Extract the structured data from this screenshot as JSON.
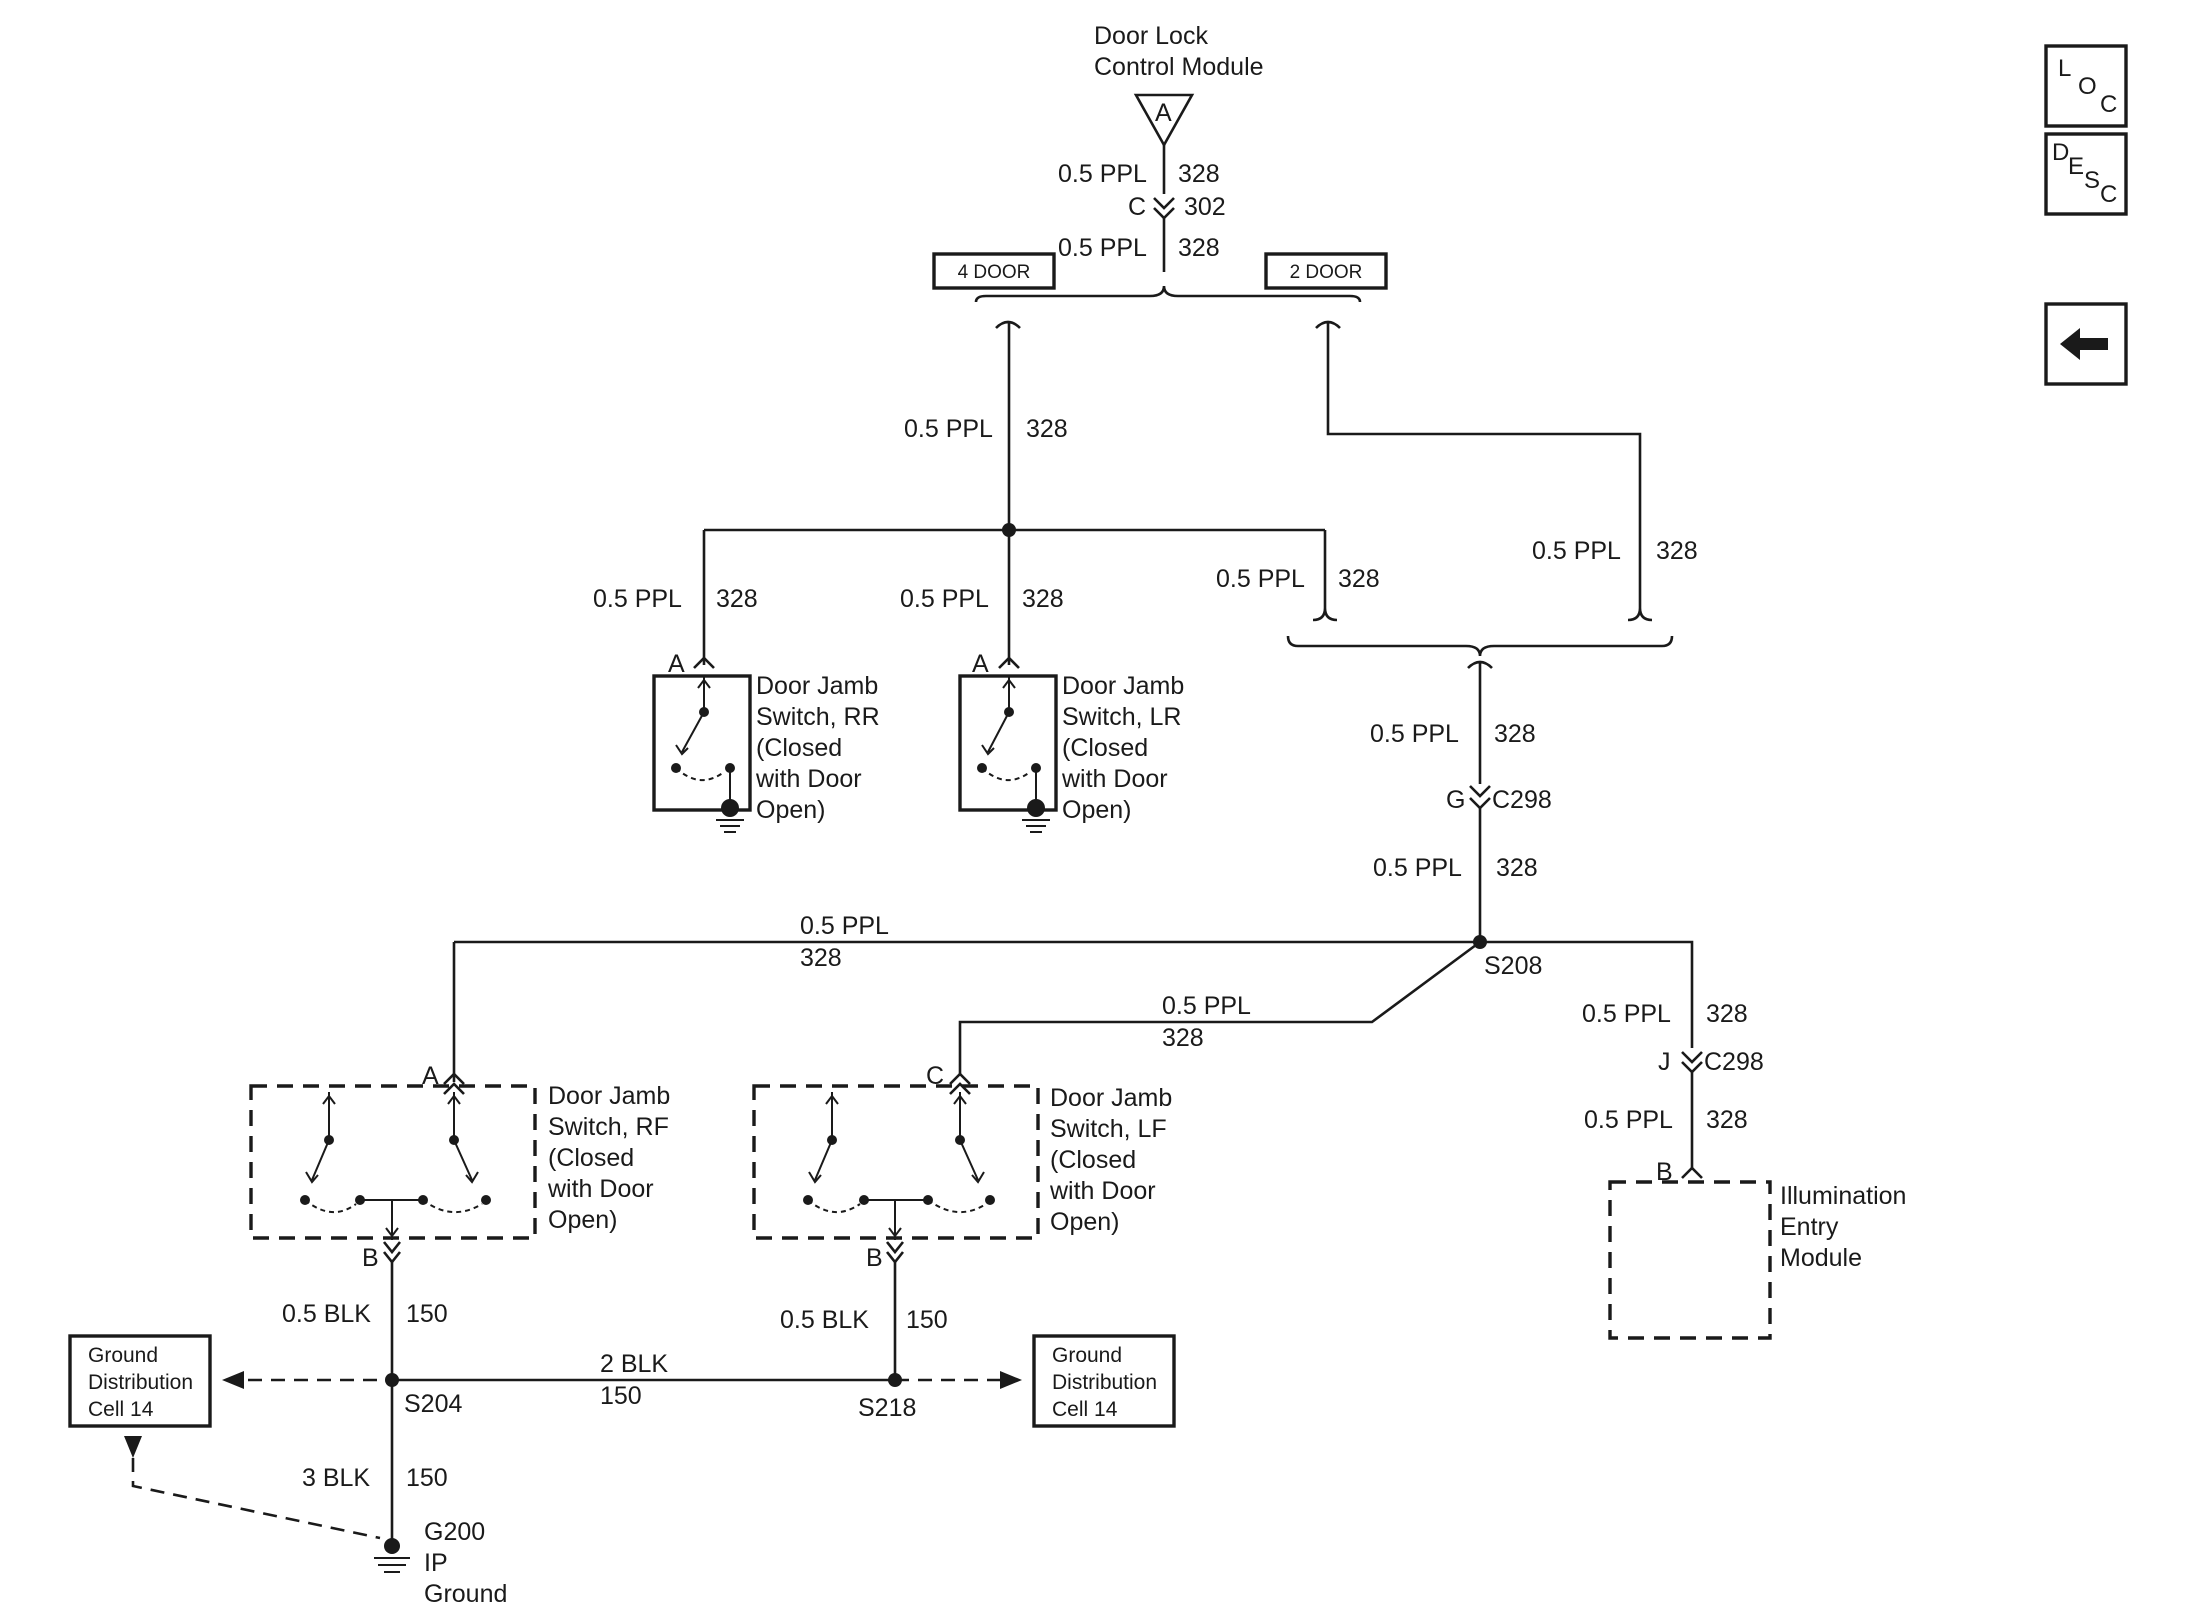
{
  "modules": {
    "dlcm": {
      "line1": "Door Lock",
      "line2": "Control Module",
      "pin": "A"
    },
    "rr": {
      "line1": "Door Jamb",
      "line2": "Switch, RR",
      "line3": "(Closed",
      "line4": "with Door",
      "line5": "Open)",
      "pin": "A"
    },
    "lr": {
      "line1": "Door Jamb",
      "line2": "Switch, LR",
      "line3": "(Closed",
      "line4": "with Door",
      "line5": "Open)",
      "pin": "A"
    },
    "rf": {
      "line1": "Door Jamb",
      "line2": "Switch, RF",
      "line3": "(Closed",
      "line4": "with Door",
      "line5": "Open)",
      "pin_top": "A",
      "pin_bottom": "B"
    },
    "lf": {
      "line1": "Door Jamb",
      "line2": "Switch, LF",
      "line3": "(Closed",
      "line4": "with Door",
      "line5": "Open)",
      "pin_top": "C",
      "pin_bottom": "B"
    },
    "iem": {
      "line1": "Illumination",
      "line2": "Entry",
      "line3": "Module",
      "pin": "B"
    }
  },
  "options": {
    "four_door": "4 DOOR",
    "two_door": "2 DOOR"
  },
  "connectors": {
    "c302": {
      "pin": "C",
      "name": "302"
    },
    "c298_g": {
      "pin": "G",
      "name": "C298"
    },
    "c298_j": {
      "pin": "J",
      "name": "C298"
    }
  },
  "splices": {
    "s208": "S208",
    "s204": "S204",
    "s218": "S218"
  },
  "ground": {
    "line1": "G200",
    "line2": "IP",
    "line3": "Ground"
  },
  "ground_refs": {
    "left": {
      "line1": "Ground",
      "line2": "Distribution",
      "line3": "Cell 14"
    },
    "right": {
      "line1": "Ground",
      "line2": "Distribution",
      "line3": "Cell 14"
    }
  },
  "wires": {
    "ppl": "0.5 PPL",
    "ppl_circuit": "328",
    "blk_small": "0.5 BLK",
    "blk_2": "2 BLK",
    "blk_3": "3 BLK",
    "blk_circuit": "150"
  },
  "nav": {
    "loc": {
      "l1": "L",
      "l2": "O",
      "l3": "C"
    },
    "desc": {
      "l1": "D",
      "l2": "E",
      "l3": "S",
      "l4": "C"
    },
    "back": "back-arrow-icon"
  }
}
